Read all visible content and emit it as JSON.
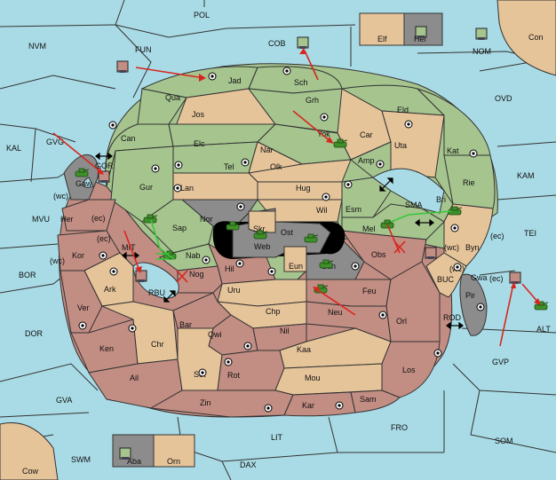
{
  "colors": {
    "sea": "#a9dbe6",
    "green": "#a5c48e",
    "tan": "#e6c49a",
    "red": "#c28d83",
    "gray": "#8c8c8c",
    "move": "#d8261f",
    "support": "#37c837"
  },
  "sea_labels": {
    "pol": "POL",
    "nvm": "NVM",
    "fun": "FUN",
    "cob": "COB",
    "nom": "NOM",
    "con": "Con",
    "ovd": "OVD",
    "kal": "KAL",
    "gvg": "GVG",
    "kam": "KAM",
    "mvu": "MVU",
    "tei": "TEI",
    "bor": "BOR",
    "mit": "MIT",
    "rbu": "RBU",
    "buc": "BUC",
    "dor": "DOR",
    "rod": "ROD",
    "alt": "ALT",
    "gvp": "GVP",
    "gva": "GVA",
    "fro": "FRO",
    "som": "SOM",
    "lit": "LIT",
    "swm": "SWM",
    "cow": "Cow",
    "dax": "DAX",
    "gor": "GOR",
    "sma": "SMA",
    "elf": "Elf",
    "hel": "Hel",
    "aba": "Aba",
    "orn": "Orn"
  },
  "provinces": {
    "jad": "Jad",
    "sch": "Sch",
    "qua": "Qua",
    "grh": "Grh",
    "jos": "Jos",
    "eld": "Eld",
    "can": "Can",
    "yok": "Yok",
    "car": "Car",
    "uta": "Uta",
    "elc": "Elc",
    "nar": "Nar",
    "kat": "Kat",
    "tel": "Tel",
    "olk": "Olk",
    "amp": "Amp",
    "gur": "Gur",
    "rie": "Rie",
    "gaw": "Gaw",
    "lan": "Lan",
    "hug": "Hug",
    "bri": "Bri",
    "wil": "Wil",
    "esm": "Esm",
    "nor": "Nor",
    "skr": "Skr",
    "ost": "Ost",
    "her": "Her",
    "sap": "Sap",
    "web": "Web",
    "mel": "Mel",
    "byn": "Byn",
    "kor": "Kor",
    "nab": "Nab",
    "eun": "Eun",
    "sun": "Sun",
    "obs": "Obs",
    "hil": "Hil",
    "nog": "Nog",
    "gwa": "Gwa",
    "ark": "Ark",
    "uru": "Uru",
    "feu": "Feu",
    "pir": "Pir",
    "chp": "Chp",
    "neu": "Neu",
    "ver": "Ver",
    "bar": "Bar",
    "qwi": "Qwi",
    "nil": "Nil",
    "orl": "Orl",
    "ken": "Ken",
    "chr": "Chr",
    "kaa": "Kaa",
    "sot": "Sot",
    "rot": "Rot",
    "los": "Los",
    "ail": "Ail",
    "mou": "Mou",
    "zin": "Zin",
    "kar": "Kar",
    "sam": "Sam"
  },
  "coast_tags": {
    "wc1": "(wc)",
    "ec1": "(ec)",
    "ec2": "(ec)",
    "wc2": "(wc)",
    "wc3": "(wc)",
    "ec3": "(ec)",
    "ec4": "(ec)"
  },
  "units": [
    {
      "kind": "fleet",
      "owner": "green"
    },
    {
      "kind": "fleet",
      "owner": "green"
    },
    {
      "kind": "fleet",
      "owner": "green"
    },
    {
      "kind": "fleet",
      "owner": "green"
    },
    {
      "kind": "fleet",
      "owner": "red"
    },
    {
      "kind": "fleet",
      "owner": "red"
    },
    {
      "kind": "fleet",
      "owner": "red"
    },
    {
      "kind": "fleet",
      "owner": "red"
    },
    {
      "kind": "fleet",
      "owner": "red"
    },
    {
      "kind": "army",
      "owner": "green"
    },
    {
      "kind": "army",
      "owner": "green"
    },
    {
      "kind": "army",
      "owner": "green"
    },
    {
      "kind": "army",
      "owner": "green"
    },
    {
      "kind": "army",
      "owner": "green"
    },
    {
      "kind": "army",
      "owner": "green"
    },
    {
      "kind": "army",
      "owner": "green"
    },
    {
      "kind": "army",
      "owner": "green"
    },
    {
      "kind": "army",
      "owner": "green"
    },
    {
      "kind": "army",
      "owner": "green"
    },
    {
      "kind": "army",
      "owner": "green"
    },
    {
      "kind": "army",
      "owner": "green"
    }
  ]
}
